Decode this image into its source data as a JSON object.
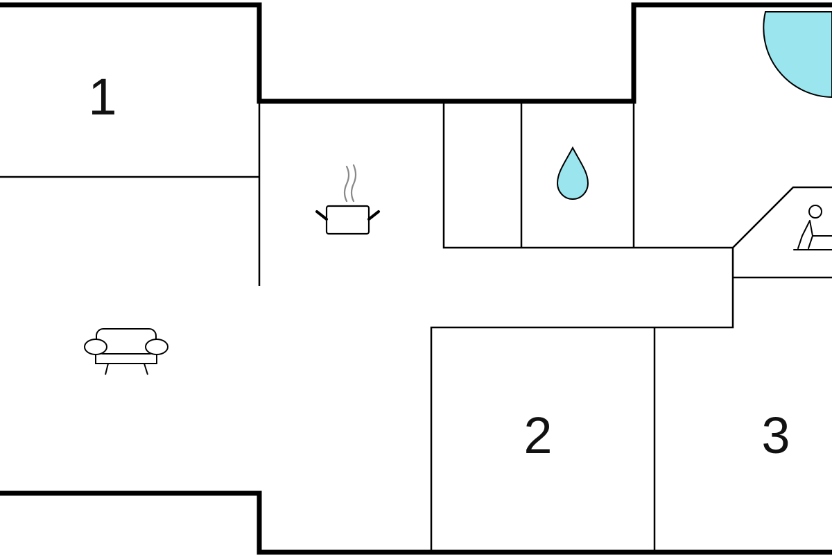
{
  "rooms": {
    "room_1": {
      "number": "1"
    },
    "room_2": {
      "number": "2"
    },
    "room_3": {
      "number": "3"
    }
  },
  "icons": {
    "kitchen": "cooking-pot-icon",
    "bathroom": "water-drop-icon",
    "living_room": "sofa-icon",
    "sauna": "sauna-person-icon",
    "pool": "pool-icon"
  },
  "colors": {
    "water": "#9BE6EE",
    "wall": "#000000",
    "steam": "#888888"
  }
}
